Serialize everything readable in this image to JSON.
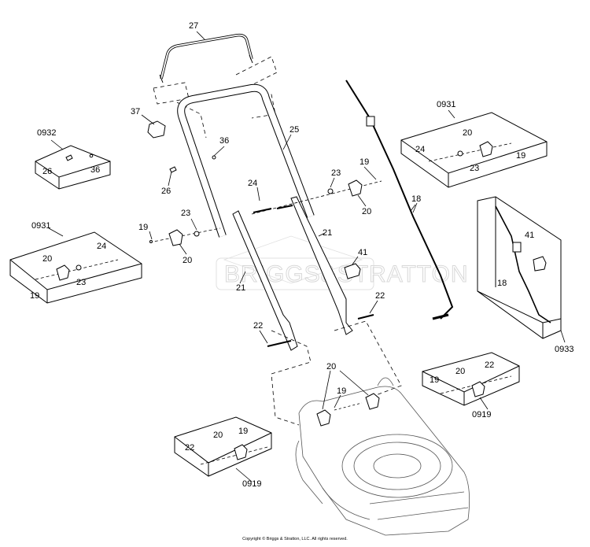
{
  "labels": {
    "l27": "27",
    "l37": "37",
    "l36": "36",
    "l25": "25",
    "l26": "26",
    "l0932": "0932",
    "l26b": "26",
    "l36b": "36",
    "l0931a": "0931",
    "l20a": "20",
    "l24a": "24",
    "l23a": "23",
    "l19a": "19",
    "l24": "24",
    "l23": "23",
    "l19": "19",
    "l20": "20",
    "l23r": "23",
    "l19r": "19",
    "l20r": "20",
    "l0931b": "0931",
    "l20b": "20",
    "l24b": "24",
    "l23b": "23",
    "l19b": "19",
    "l21": "21",
    "l21b": "21",
    "l41": "41",
    "l22": "22",
    "l22b": "22",
    "l18": "18",
    "l41c": "41",
    "l18c": "18",
    "l0933": "0933",
    "l20c": "20",
    "l19c": "19",
    "l19d": "19",
    "l20d": "20",
    "l22d": "22",
    "l0919a": "0919",
    "l22e": "22",
    "l20e": "20",
    "l19e": "19",
    "l0919b": "0919"
  },
  "watermark": "BRIGGS&STRATTON",
  "copyright": "Copyright © Briggs & Stratton, LLC. All rights reserved."
}
